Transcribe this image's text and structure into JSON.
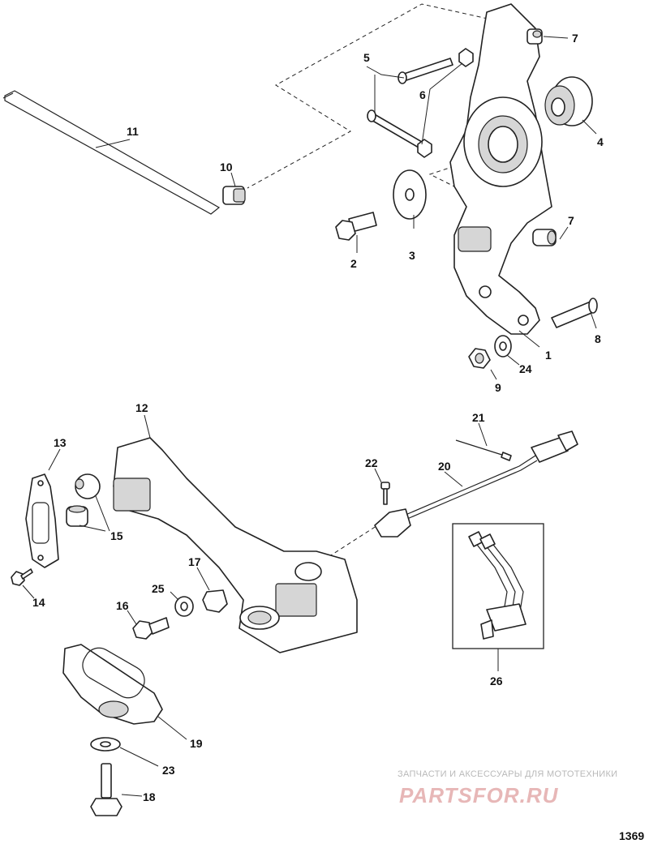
{
  "callouts": [
    "1",
    "2",
    "3",
    "4",
    "5",
    "6",
    "7",
    "7",
    "8",
    "9",
    "10",
    "11",
    "12",
    "13",
    "14",
    "15",
    "16",
    "17",
    "18",
    "19",
    "20",
    "21",
    "22",
    "23",
    "24",
    "25",
    "26"
  ],
  "figure_number": "1369",
  "watermark": {
    "tagline": "ЗАПЧАСТИ И АКСЕССУАРЫ ДЛЯ МОТОТЕХНИКИ",
    "logo": "PARTSFOR.RU"
  }
}
